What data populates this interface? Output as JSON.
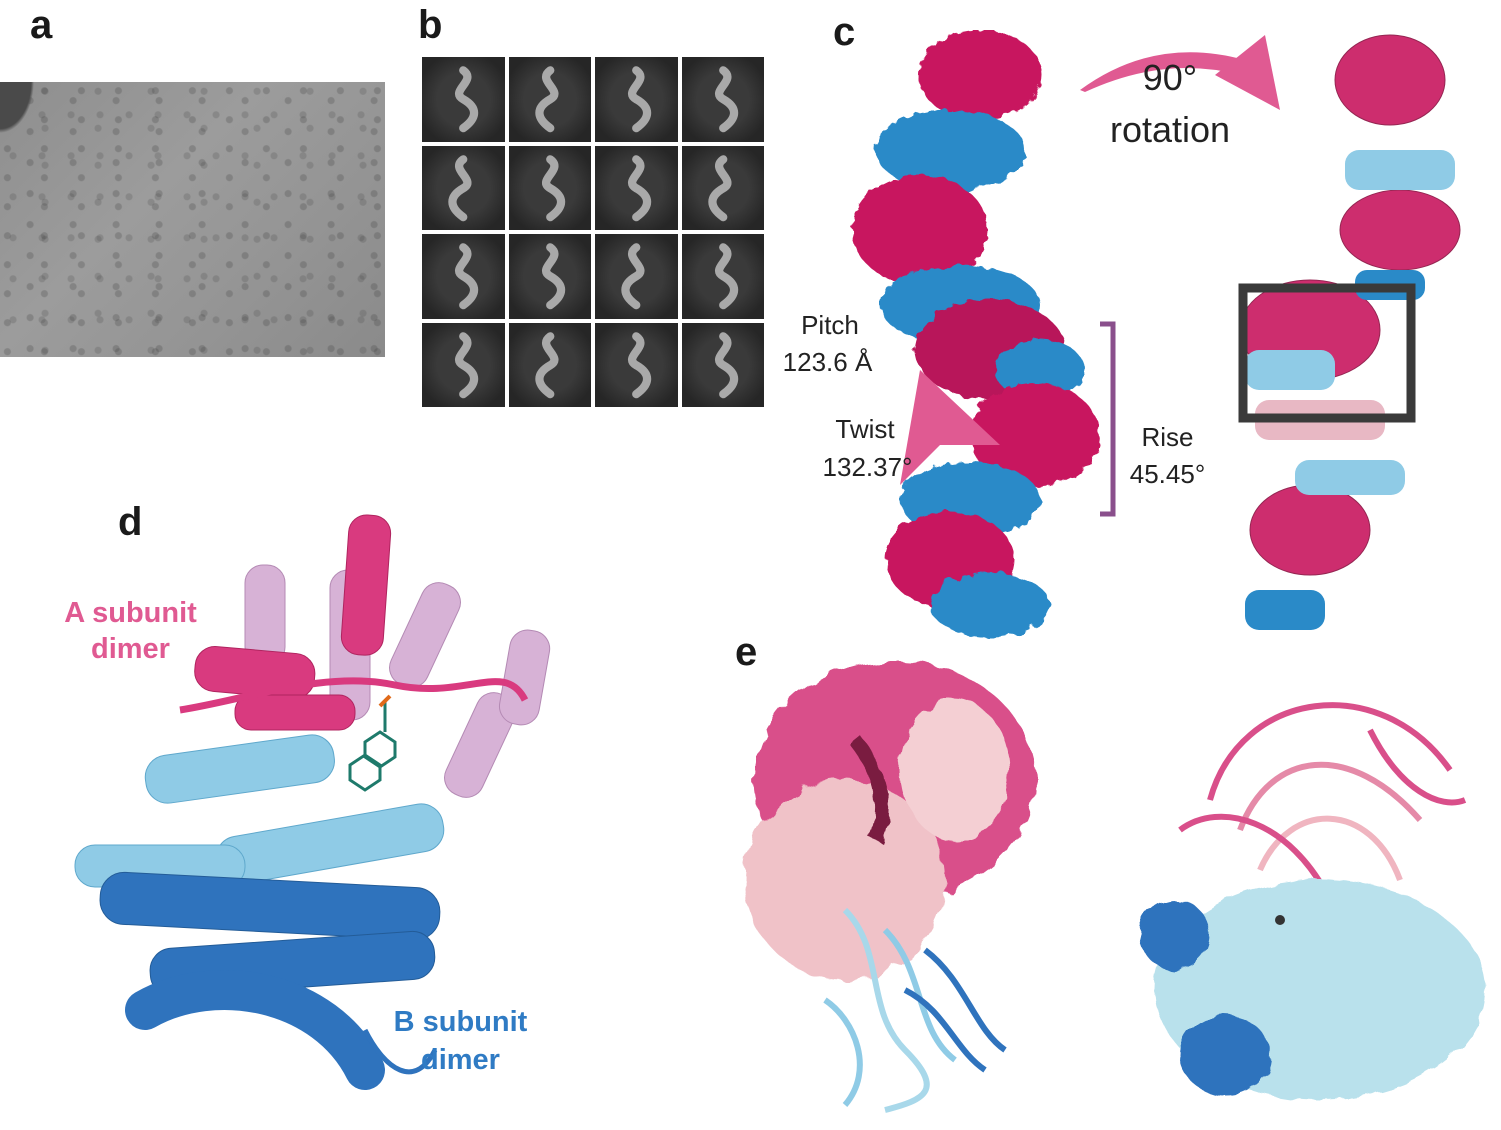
{
  "figure": {
    "panels": [
      {
        "id": "a",
        "label": "a",
        "content": "cryo-EM micrograph"
      },
      {
        "id": "b",
        "label": "b",
        "content": "2D class averages",
        "grid": {
          "rows": 4,
          "cols": 4
        }
      },
      {
        "id": "c",
        "label": "c",
        "content": "helical filament map and model"
      },
      {
        "id": "d",
        "label": "d",
        "content": "cartoon model of heterotetramer"
      },
      {
        "id": "e",
        "label": "e",
        "content": "surface and cartoon representations"
      }
    ],
    "panel_c": {
      "rotation": {
        "value": "90°",
        "text": "rotation"
      },
      "pitch": {
        "label": "Pitch",
        "value": "123.6 Å"
      },
      "twist": {
        "label": "Twist",
        "value": "132.37°"
      },
      "rise": {
        "label": "Rise",
        "value": "45.45°"
      }
    },
    "panel_d": {
      "a_subunit": {
        "line1": "A subunit",
        "line2": "dimer"
      },
      "b_subunit": {
        "line1": "B subunit",
        "line2": "dimer"
      }
    },
    "colors": {
      "magenta": "#c8175f",
      "pink_arrow": "#e05a92",
      "blue": "#2a8ac8",
      "dark_blue": "#2f6fb8",
      "light_blue": "#8fcbe6",
      "light_pink": "#e8b8c4",
      "lilac": "#d7b2d6",
      "rise_bracket": "#8a4f8c",
      "box": "#3a3a3a",
      "a_label": "#e05a92",
      "b_label": "#2f7bc4"
    }
  }
}
